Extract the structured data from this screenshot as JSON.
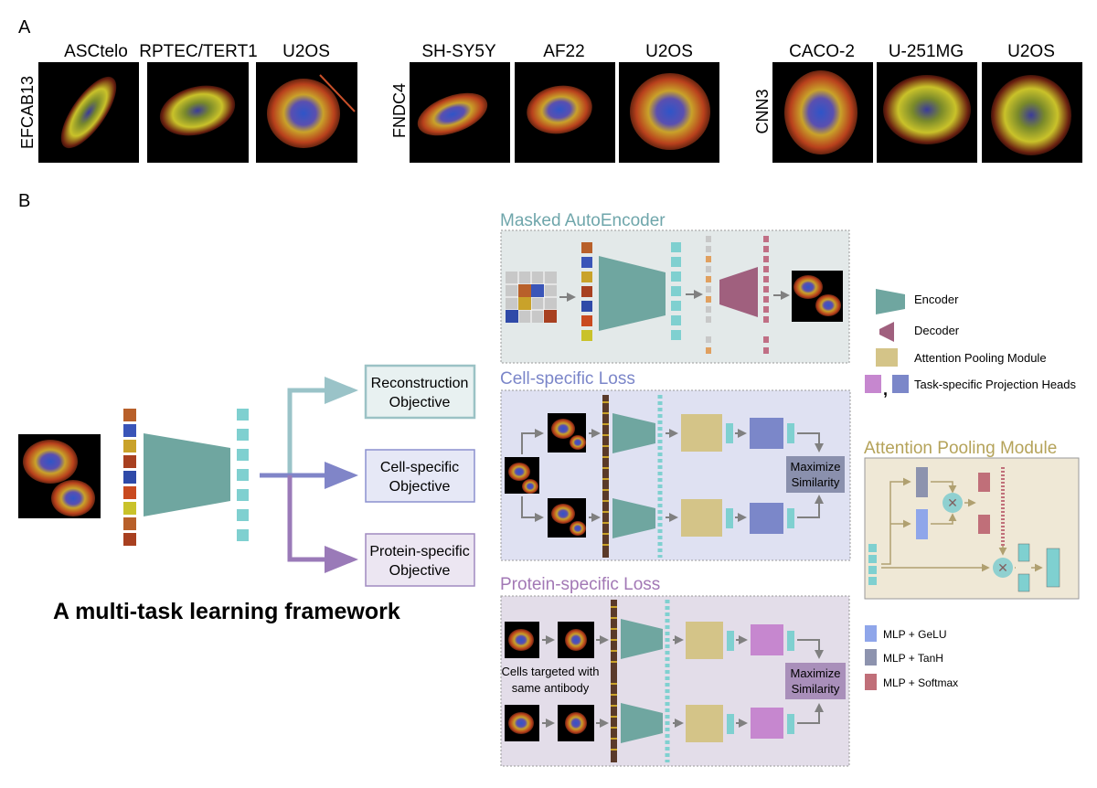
{
  "panel_a": {
    "label": "A",
    "groups": [
      {
        "protein": "EFCAB13",
        "cells": [
          "ASCtelo",
          "RPTEC/TERT1",
          "U2OS"
        ]
      },
      {
        "protein": "FNDC4",
        "cells": [
          "SH-SY5Y",
          "AF22",
          "U2OS"
        ]
      },
      {
        "protein": "CNN3",
        "cells": [
          "CACO-2",
          "U-251MG",
          "U2OS"
        ]
      }
    ]
  },
  "panel_b": {
    "label": "B",
    "framework_title": "A multi-task learning framework",
    "objectives": [
      "Reconstruction Objective",
      "Cell-specific Objective",
      "Protein-specific Objective"
    ],
    "objective_lines": [
      [
        "Reconstruction",
        "Objective"
      ],
      [
        "Cell-specific",
        "Objective"
      ],
      [
        "Protein-specific",
        "Objective"
      ]
    ],
    "mae_title": "Masked AutoEncoder",
    "cell_loss_title": "Cell-specific Loss",
    "protein_loss_title": "Protein-specific Loss",
    "maximize_similarity": [
      "Maximize",
      "Similarity"
    ],
    "antibody_note": [
      "Cells targeted with",
      "same antibody"
    ],
    "attention_title": "Attention Pooling Module",
    "legend": [
      {
        "label": "Encoder",
        "color": "#6fa6a0"
      },
      {
        "label": "Decoder",
        "color": "#a0607e"
      },
      {
        "label": "Attention Pooling Module",
        "color": "#d4c488"
      },
      {
        "label": "Task-specific Projection Heads",
        "colors": [
          "#c687cf",
          "#7b87c9"
        ]
      }
    ],
    "mlp_legend": [
      {
        "label": "MLP + GeLU",
        "color": "#8fa6ea"
      },
      {
        "label": "MLP + TanH",
        "color": "#8d93ae"
      },
      {
        "label": "MLP + Softmax",
        "color": "#c06f79"
      }
    ]
  }
}
